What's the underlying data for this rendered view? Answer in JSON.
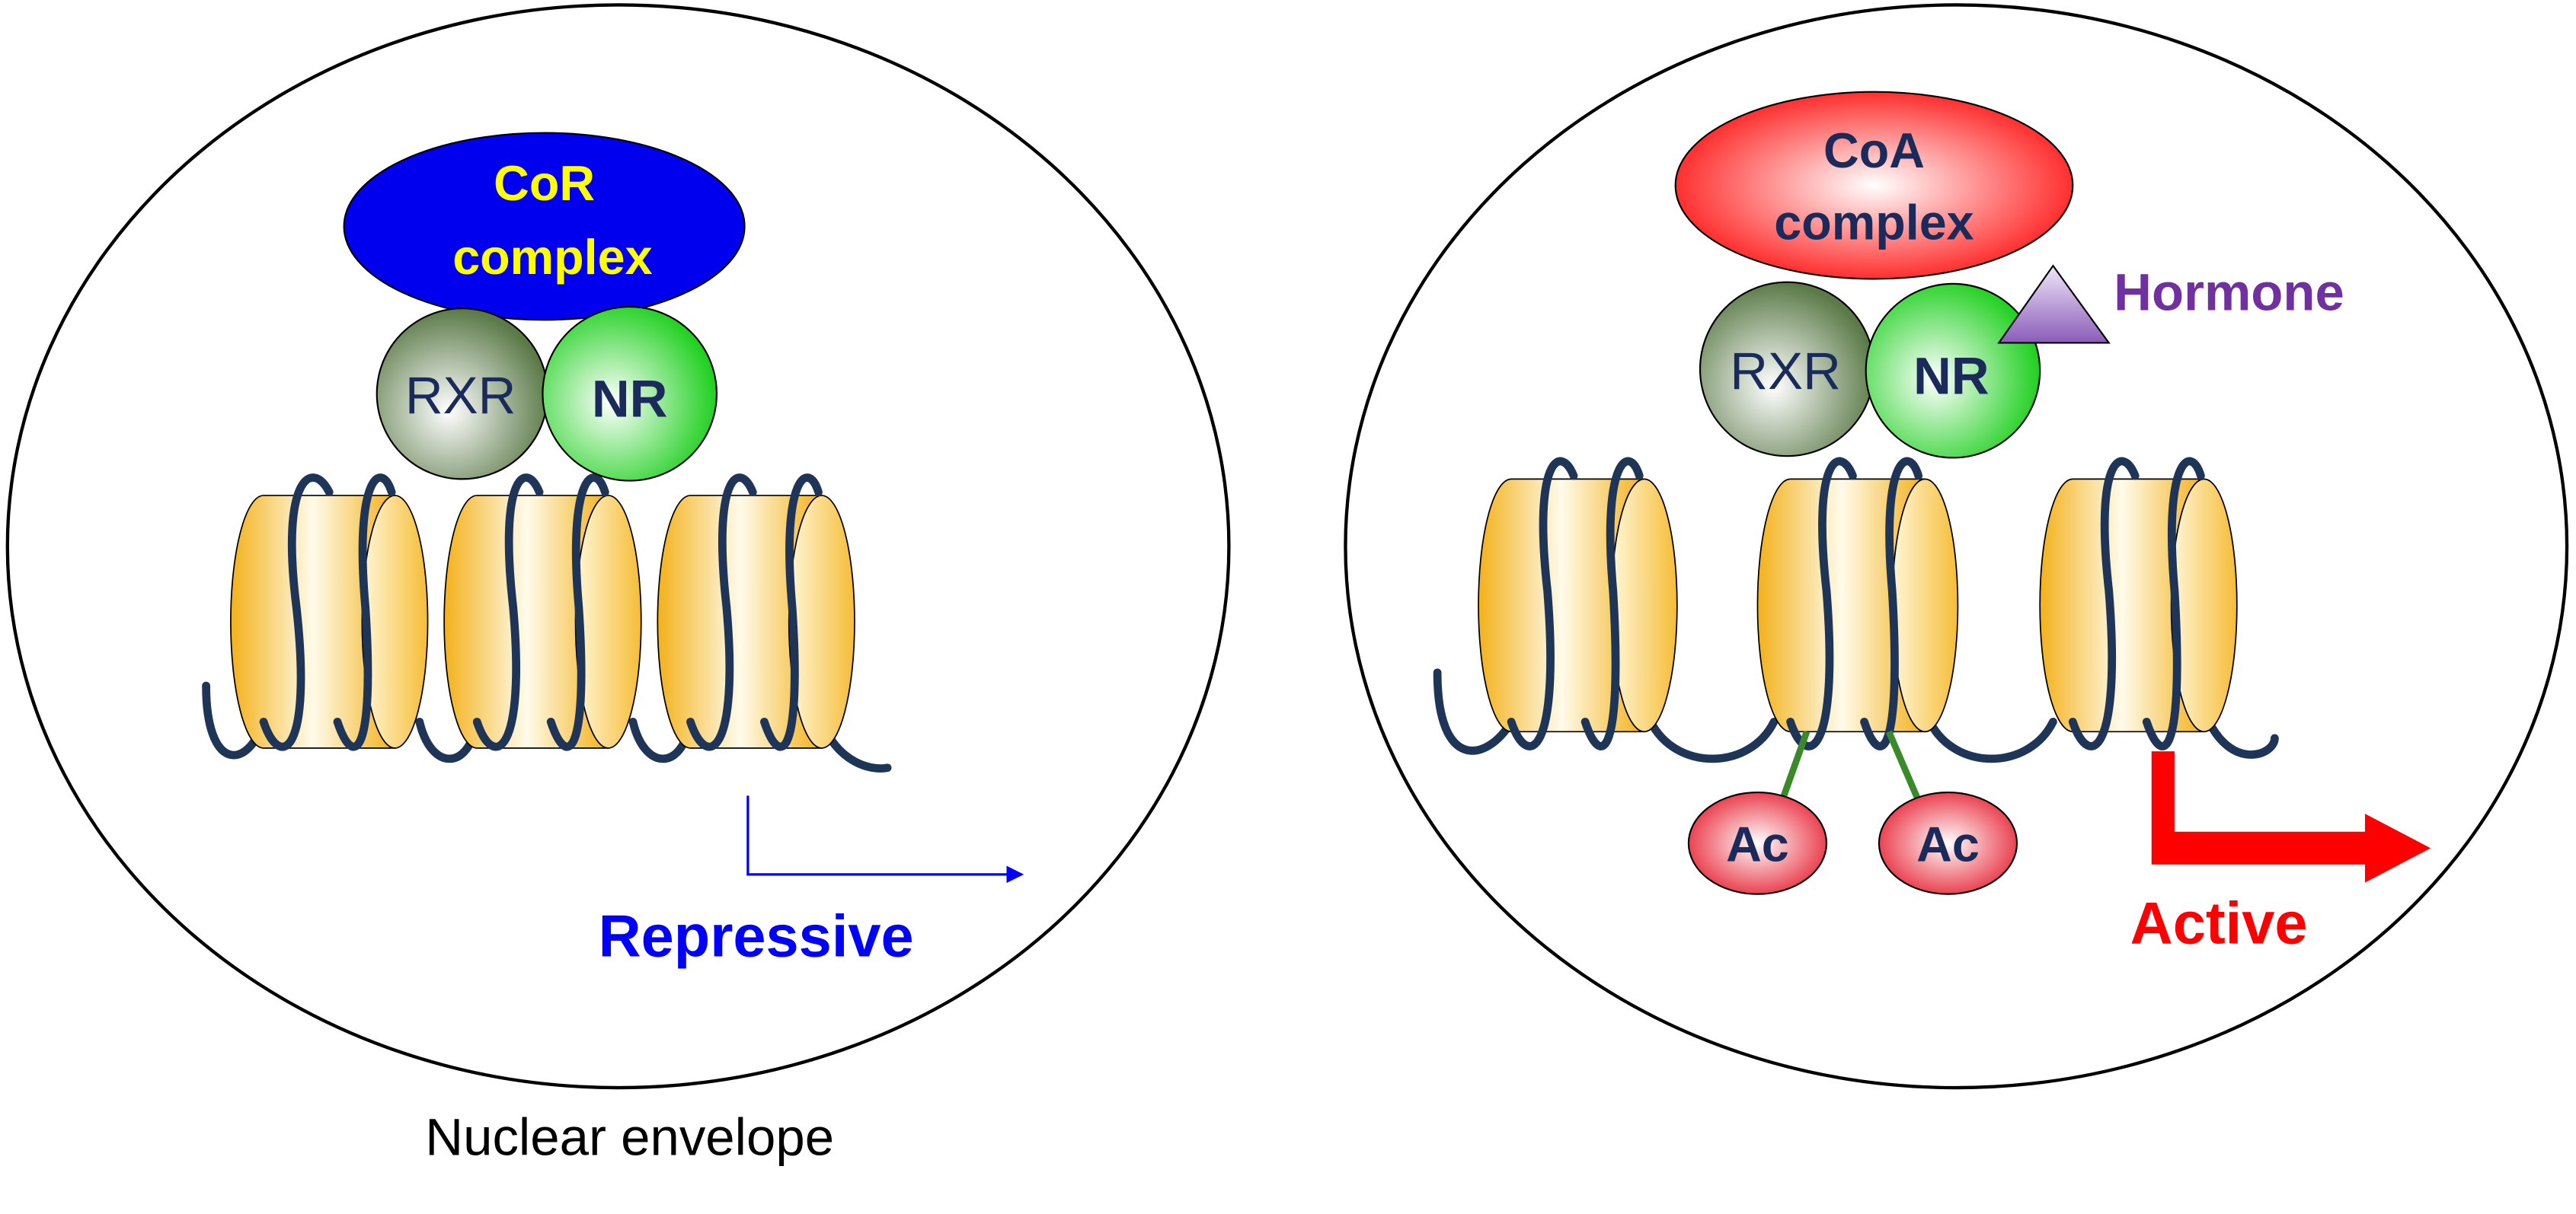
{
  "left_panel": {
    "complex_line1": "CoR",
    "complex_line2": "complex",
    "rxr": "RXR",
    "nr": "NR",
    "state": "Repressive"
  },
  "right_panel": {
    "complex_line1": "CoA",
    "complex_line2": "complex",
    "rxr": "RXR",
    "nr": "NR",
    "ligand": "Hormone",
    "acetyl_1": "Ac",
    "acetyl_2": "Ac",
    "state": "Active"
  },
  "caption": "Nuclear envelope",
  "colors": {
    "corepressor_fill": "#0000ee",
    "corepressor_text": "#ffff00",
    "coactivator_fill": "#ff2020",
    "receptor_text": "#1a2a5a",
    "rxr_fill": "#5e7d4c",
    "nr_fill": "#22d822",
    "nucleosome": "#f5b51c",
    "dna": "#1f3557",
    "hormone": "#9b6fc1",
    "ligand_text": "#7030a0",
    "repressive": "#0000ff",
    "active": "#ff0000",
    "acetyl_link": "#3a8a2a"
  }
}
